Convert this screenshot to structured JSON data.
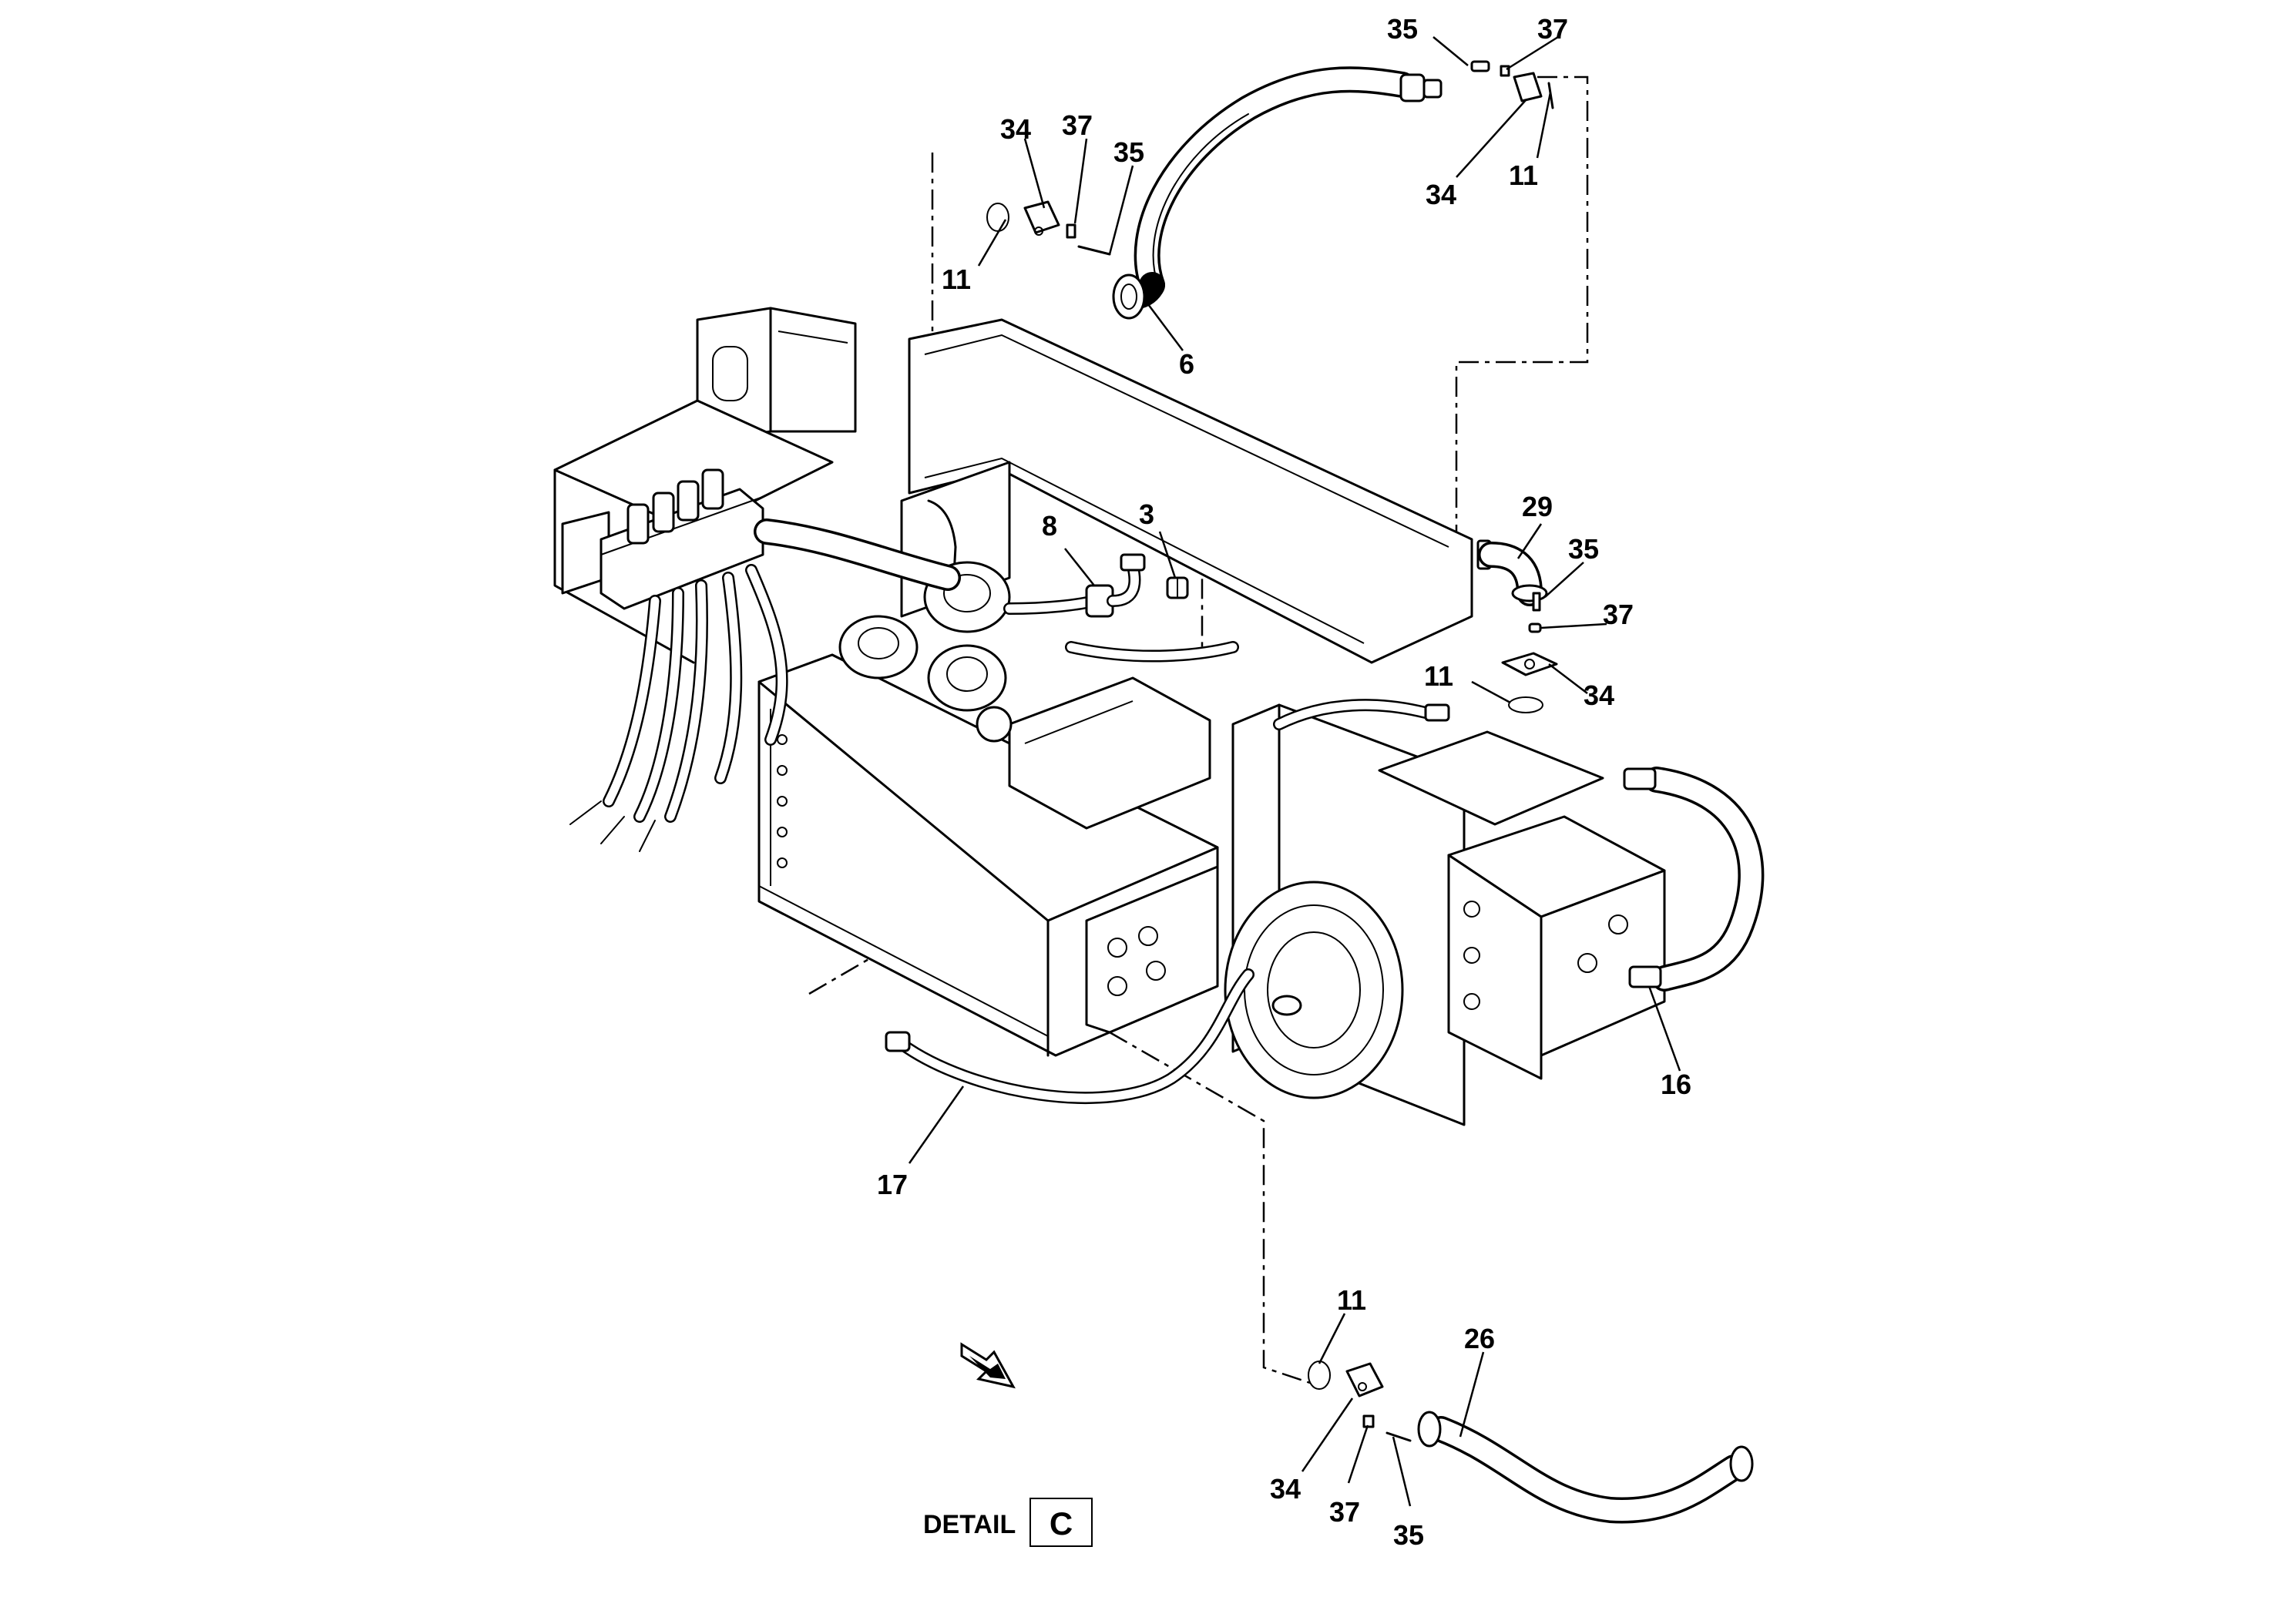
{
  "callouts": [
    {
      "id": "c35a",
      "label": "35"
    },
    {
      "id": "c37a",
      "label": "37"
    },
    {
      "id": "c34a",
      "label": "34"
    },
    {
      "id": "c11a",
      "label": "11"
    },
    {
      "id": "c34b",
      "label": "34"
    },
    {
      "id": "c37b",
      "label": "37"
    },
    {
      "id": "c35b",
      "label": "35"
    },
    {
      "id": "c11b",
      "label": "11"
    },
    {
      "id": "c6",
      "label": "6"
    },
    {
      "id": "c8",
      "label": "8"
    },
    {
      "id": "c3",
      "label": "3"
    },
    {
      "id": "c29",
      "label": "29"
    },
    {
      "id": "c35c",
      "label": "35"
    },
    {
      "id": "c37c",
      "label": "37"
    },
    {
      "id": "c11c",
      "label": "11"
    },
    {
      "id": "c34c",
      "label": "34"
    },
    {
      "id": "c16",
      "label": "16"
    },
    {
      "id": "c17",
      "label": "17"
    },
    {
      "id": "c11d",
      "label": "11"
    },
    {
      "id": "c26",
      "label": "26"
    },
    {
      "id": "c34d",
      "label": "34"
    },
    {
      "id": "c37d",
      "label": "37"
    },
    {
      "id": "c35d",
      "label": "35"
    }
  ],
  "detail": {
    "label": "DETAIL",
    "letter": "C"
  },
  "direction_arrow_icon": "arrow-down-right-icon"
}
